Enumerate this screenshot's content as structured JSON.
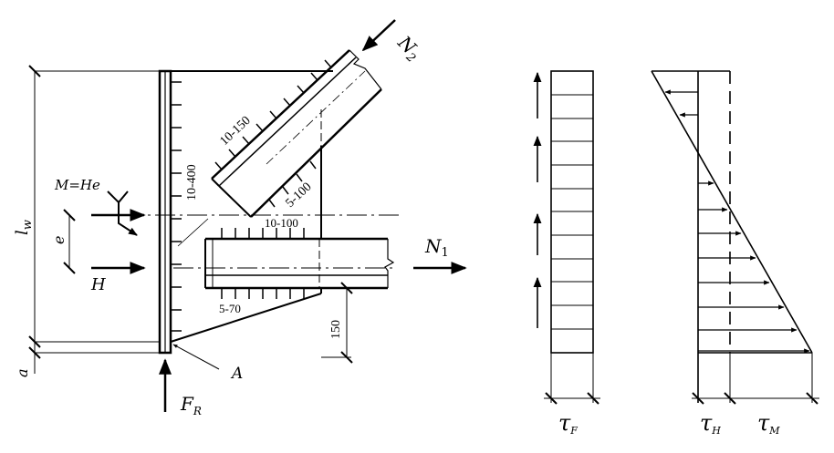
{
  "labels": {
    "N2": "N",
    "N2_sub": "2",
    "N1": "N",
    "N1_sub": "1",
    "M": "M=He",
    "e": "e",
    "H": "H",
    "lw": "l",
    "lw_sub": "w",
    "a": "a",
    "FR": "F",
    "FR_sub": "R",
    "A": "A",
    "weld_top": "10-150",
    "weld_left": "10-400",
    "weld_diag": "5-100",
    "weld_mid": "10-100",
    "weld_low": "5-70",
    "dim_150": "150",
    "tauF": "τ",
    "tauF_sub": "F",
    "tauH": "τ",
    "tauH_sub": "H",
    "tauM": "τ",
    "tauM_sub": "M"
  },
  "colors": {
    "line": "#000000",
    "background": "#ffffff"
  }
}
